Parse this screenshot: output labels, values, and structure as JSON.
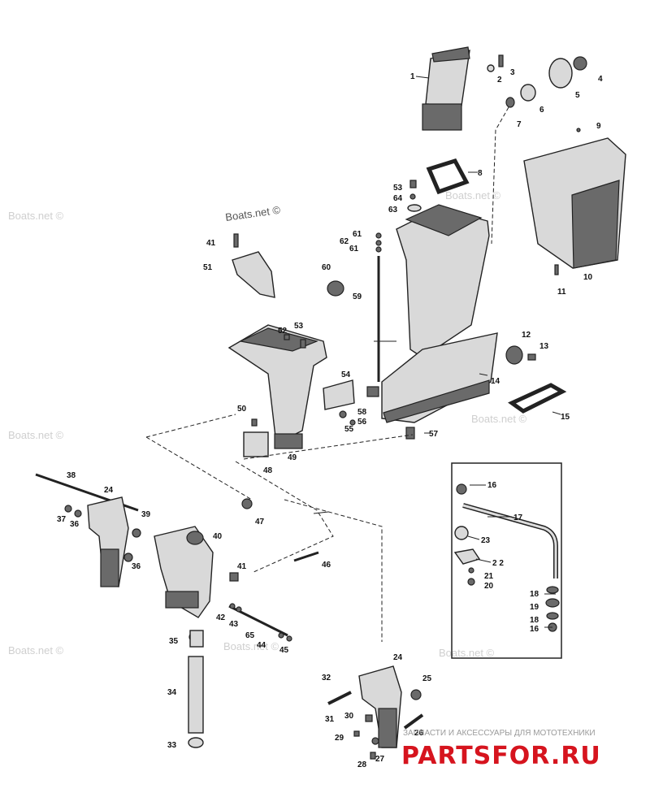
{
  "watermarks": [
    "Boats.net ©",
    "Boats.net ©",
    "Boats.net ©",
    "Boats.net ©",
    "Boats.net ©",
    "Boats.net ©",
    "Boats.net ©",
    "Boats.net ©"
  ],
  "callouts": {
    "c1": "1",
    "c2": "2",
    "c3": "3",
    "c4": "4",
    "c5": "5",
    "c6": "6",
    "c7": "7",
    "c8": "8",
    "c9": "9",
    "c10": "10",
    "c11": "11",
    "c12": "12",
    "c13": "13",
    "c14": "14",
    "c15": "15",
    "c16a": "16",
    "c16b": "16",
    "c17": "17",
    "c18a": "18",
    "c18b": "18",
    "c19": "19",
    "c20": "20",
    "c21": "21",
    "c22": "2 2",
    "c23": "23",
    "c24a": "24",
    "c24b": "24",
    "c25": "25",
    "c26": "26",
    "c27": "27",
    "c28": "28",
    "c29": "29",
    "c30": "30",
    "c31": "31",
    "c32": "32",
    "c33": "33",
    "c34": "34",
    "c35": "35",
    "c36a": "36",
    "c36b": "36",
    "c37": "37",
    "c38": "38",
    "c39": "39",
    "c40": "40",
    "c41a": "41",
    "c41b": "41",
    "c42": "42",
    "c43": "43",
    "c44": "44",
    "c45": "45",
    "c46": "46",
    "c47": "47",
    "c48": "48",
    "c49": "49",
    "c50": "50",
    "c51": "51",
    "c52": "52",
    "c53a": "53",
    "c53b": "53",
    "c54": "54",
    "c55": "55",
    "c56": "56",
    "c57": "57",
    "c58": "58",
    "c59": "59",
    "c60": "60",
    "c61a": "61",
    "c61b": "61",
    "c62": "62",
    "c63": "63",
    "c64": "64",
    "c65": "65"
  },
  "brand": {
    "caption": "ЗАПЧАСТИ И АКСЕССУАРЫ ДЛЯ МОТОТЕХНИКИ",
    "logo": "PARTSFOR.RU",
    "logo_color": "#d6141e"
  }
}
